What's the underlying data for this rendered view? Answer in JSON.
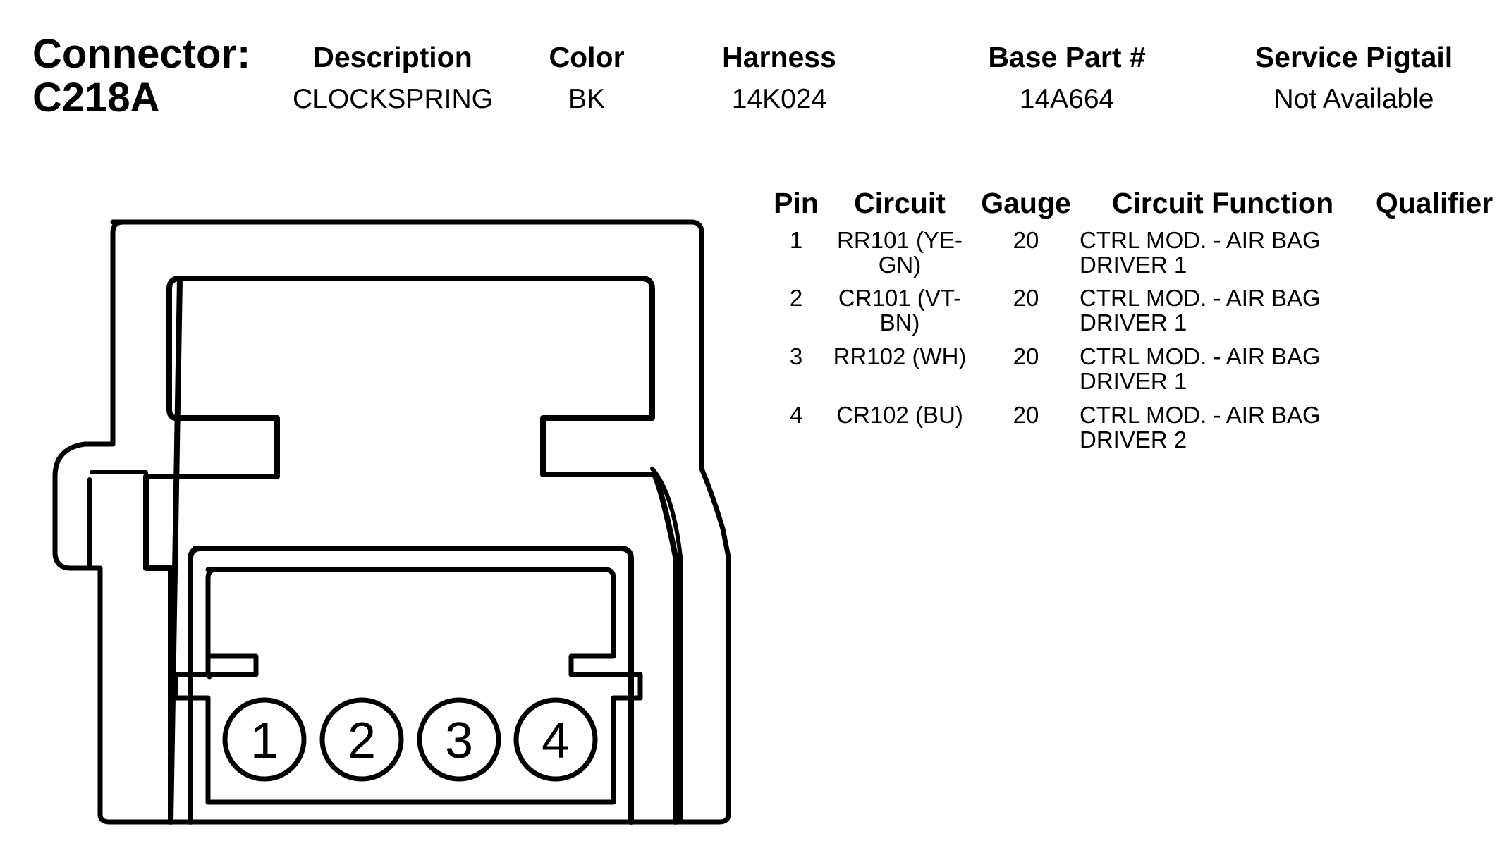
{
  "connector": {
    "label": "Connector:",
    "id": "C218A"
  },
  "headers": {
    "description": "Description",
    "color": "Color",
    "harness": "Harness",
    "base_part": "Base Part #",
    "service_pigtail": "Service Pigtail"
  },
  "values": {
    "description": "CLOCKSPRING",
    "color": "BK",
    "harness": "14K024",
    "base_part": "14A664",
    "service_pigtail": "Not Available"
  },
  "pin_table": {
    "columns": {
      "pin": "Pin",
      "circuit": "Circuit",
      "gauge": "Gauge",
      "function": "Circuit Function",
      "qualifier": "Qualifier"
    },
    "rows": [
      {
        "pin": "1",
        "circuit_l1": "RR101 (YE-",
        "circuit_l2": "GN)",
        "gauge": "20",
        "function_l1": "CTRL MOD. - AIR BAG",
        "function_l2": "DRIVER 1",
        "qualifier": ""
      },
      {
        "pin": "2",
        "circuit_l1": "CR101 (VT-",
        "circuit_l2": "BN)",
        "gauge": "20",
        "function_l1": "CTRL MOD. - AIR BAG",
        "function_l2": "DRIVER 1",
        "qualifier": ""
      },
      {
        "pin": "3",
        "circuit_l1": "RR102 (WH)",
        "circuit_l2": "",
        "gauge": "20",
        "function_l1": "CTRL MOD. - AIR BAG",
        "function_l2": "DRIVER 1",
        "qualifier": ""
      },
      {
        "pin": "4",
        "circuit_l1": "CR102 (BU)",
        "circuit_l2": "",
        "gauge": "20",
        "function_l1": "CTRL MOD. - AIR BAG",
        "function_l2": "DRIVER 2",
        "qualifier": ""
      }
    ]
  },
  "diagram": {
    "pin_labels": [
      "1",
      "2",
      "3",
      "4"
    ]
  }
}
